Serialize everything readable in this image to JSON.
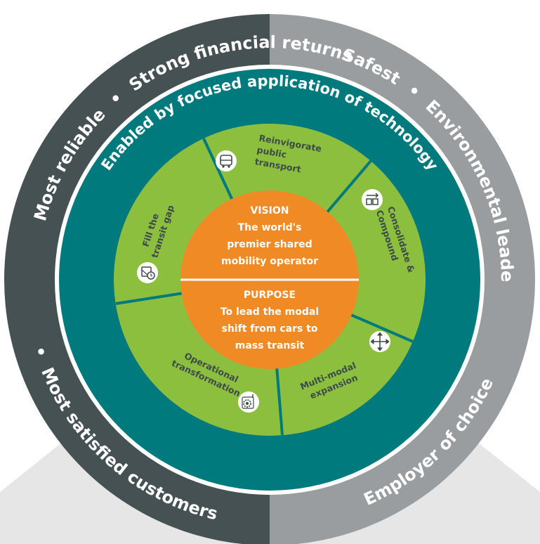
{
  "outer_ring": {
    "top_left": "Strong financial returns",
    "left": "Most reliable",
    "bottom_left": "Most satisfied customers",
    "top_right": "Safest",
    "right": "Environmental leader",
    "bottom_right": "Employer of choice",
    "separator": "•"
  },
  "technology_ring": {
    "label": "Enabled by focused application of technology"
  },
  "segments": {
    "reinvigorate": {
      "lines": [
        "Reinvigorate",
        "public",
        "transport"
      ],
      "icon": "bus-icon"
    },
    "consolidate": {
      "lines": [
        "Consolidate &",
        "Compound"
      ],
      "icon": "consolidate-icon"
    },
    "multimodal": {
      "lines": [
        "Multi-modal",
        "expansion"
      ],
      "icon": "expand-arrows-icon"
    },
    "operational": {
      "lines": [
        "Operational",
        "transformation"
      ],
      "icon": "gear-icon"
    },
    "transit_gap": {
      "lines": [
        "Fill the",
        "transit gap"
      ],
      "icon": "clock-map-icon"
    }
  },
  "vision": {
    "heading": "VISION",
    "lines": [
      "The world's",
      "premier shared",
      "mobility operator"
    ]
  },
  "purpose": {
    "heading": "PURPOSE",
    "lines": [
      "To lead the modal",
      "shift from cars to",
      "mass transit"
    ]
  },
  "colors": {
    "outer_left": "#455152",
    "outer_right": "#9a9da0",
    "teal": "#007a7d",
    "segment_green": "#8dbf3f",
    "core_orange": "#f08a24",
    "shadow_gray": "#e6e6e6"
  }
}
